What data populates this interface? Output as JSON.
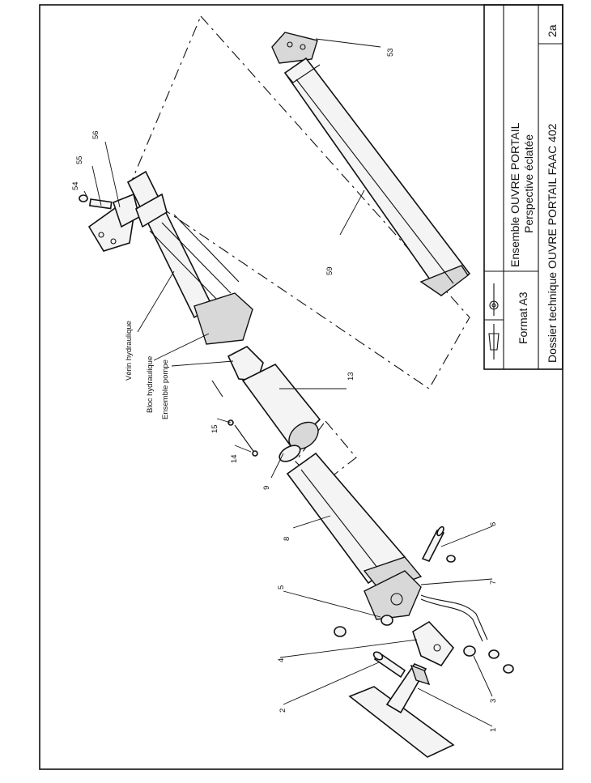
{
  "title_block": {
    "title_line1": "Ensemble OUVRE PORTAIL",
    "title_line2": "Perspective éclatée",
    "dossier": "Dossier technique OUVRE PORTAIL FAAC 402",
    "sheet_number": "2a",
    "format": "Format A3"
  },
  "parts": [
    {
      "num": "1"
    },
    {
      "num": "2"
    },
    {
      "num": "3"
    },
    {
      "num": "4"
    },
    {
      "num": "5"
    },
    {
      "num": "6"
    },
    {
      "num": "7"
    },
    {
      "num": "8"
    },
    {
      "num": "9"
    },
    {
      "num": "13"
    },
    {
      "num": "14"
    },
    {
      "num": "15"
    },
    {
      "num": "53"
    },
    {
      "num": "54"
    },
    {
      "num": "55"
    },
    {
      "num": "56"
    },
    {
      "num": "59"
    }
  ],
  "sub_assemblies": {
    "verin": "Vérin hydraulique",
    "bloc": "Bloc hydraulique",
    "pompe": "Ensemble pompe"
  }
}
